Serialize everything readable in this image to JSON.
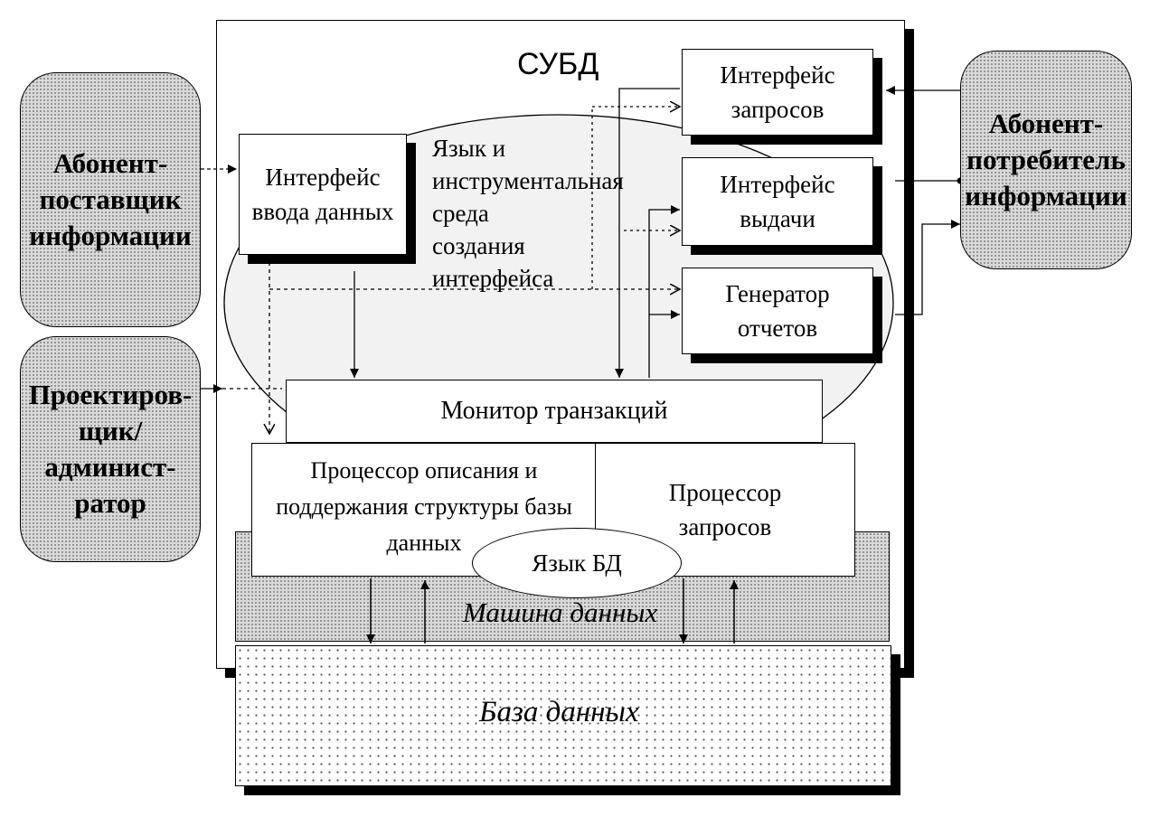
{
  "dbms": {
    "title": "СУБД"
  },
  "actors": {
    "supplier": "Абонент-\nпоставщик\nинформации",
    "designer": "Проектиров-\nщик/админист-\nратор",
    "consumer": "Абонент-\nпотребитель\nинформации"
  },
  "components": {
    "data_input_interface": "Интерфейс\nввода данных",
    "query_interface": "Интерфейс\nзапросов",
    "output_interface": "Интерфейс\nвыдачи",
    "report_generator": "Генератор\nотчетов",
    "transaction_monitor": "Монитор транзакций",
    "structure_processor": "Процессор описания и\nподдержания структуры базы\nданных",
    "query_processor": "Процессор\nзапросов",
    "db_language": "Язык БД",
    "data_machine": "Машина данных",
    "database": "База данных"
  },
  "annotations": {
    "tool_environment": "Язык и\nинструментальная\n     среда\nсоздания\nинтерфейса"
  }
}
